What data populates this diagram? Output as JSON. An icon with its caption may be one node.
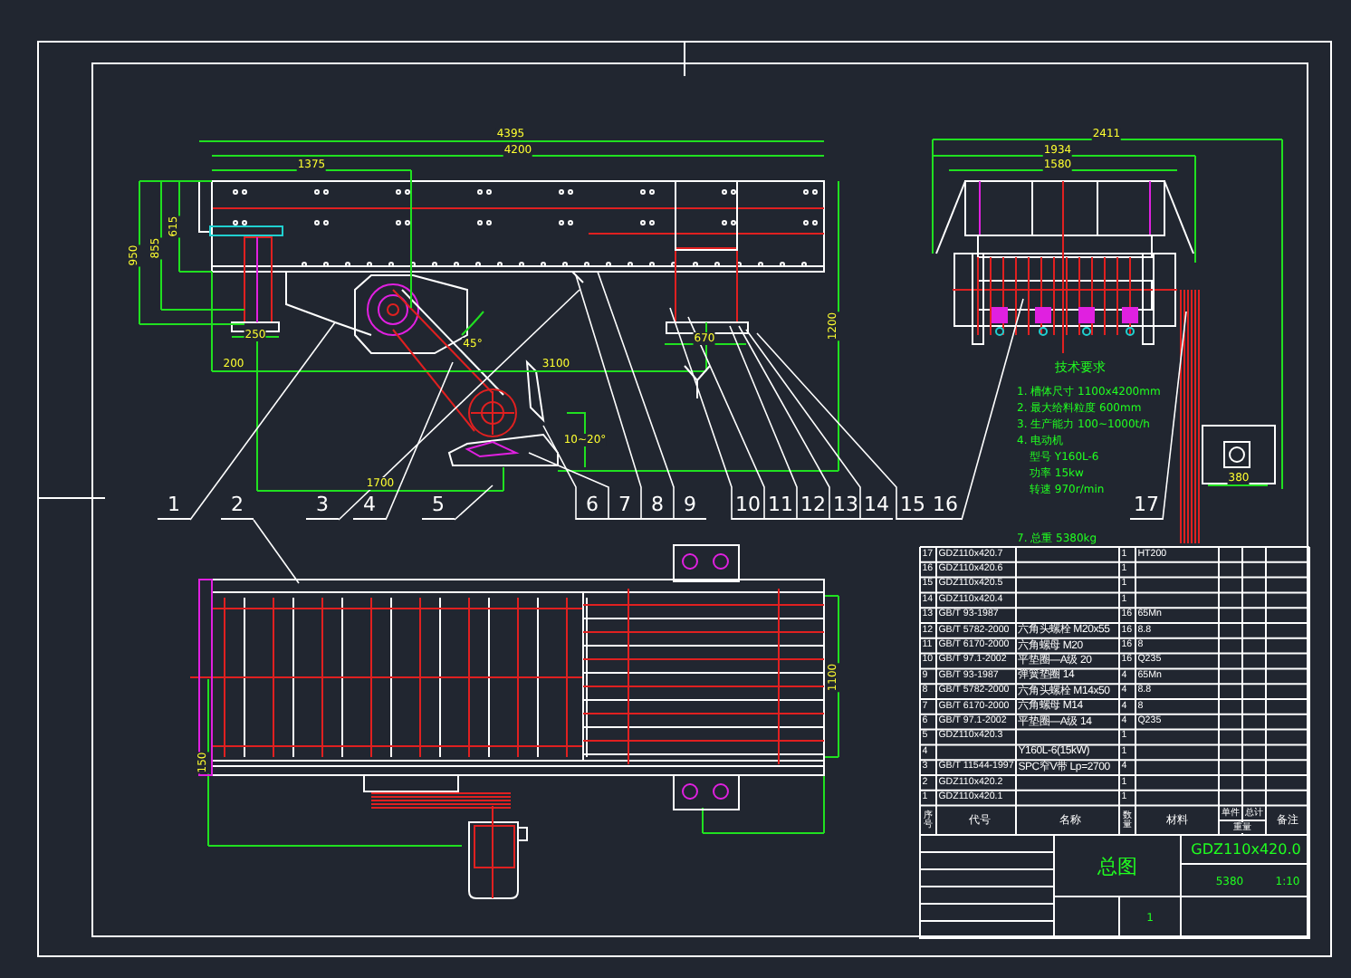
{
  "diagram": {
    "nodes": [
      {
        "text": [
          "1"
        ]
      },
      {
        "text": [
          "2"
        ]
      },
      {
        "text": [
          "3"
        ]
      },
      {
        "text": [
          "4"
        ]
      },
      {
        "text": [
          "5"
        ]
      },
      {
        "text": [
          "6"
        ]
      },
      {
        "text": [
          "7"
        ]
      },
      {
        "text": [
          "8"
        ]
      },
      {
        "text": [
          "9"
        ]
      },
      {
        "text": [
          "10"
        ]
      },
      {
        "text": [
          "11"
        ]
      },
      {
        "text": [
          "12"
        ]
      },
      {
        "text": [
          "13"
        ]
      },
      {
        "text": [
          "14"
        ]
      },
      {
        "text": [
          "15"
        ]
      },
      {
        "text": [
          "16"
        ]
      },
      {
        "text": [
          "17"
        ]
      }
    ],
    "edges": [
      {
        "from": 0,
        "to": null,
        "arrow": "none"
      },
      {
        "from": 1,
        "to": null,
        "arrow": "none"
      },
      {
        "from": 2,
        "to": null,
        "arrow": "none"
      },
      {
        "from": 3,
        "to": null,
        "arrow": "none"
      },
      {
        "from": 4,
        "to": null,
        "arrow": "none"
      },
      {
        "from": 5,
        "to": null,
        "arrow": "none"
      },
      {
        "from": 6,
        "to": null,
        "arrow": "none"
      },
      {
        "from": 7,
        "to": null,
        "arrow": "none"
      },
      {
        "from": 8,
        "to": null,
        "arrow": "none"
      },
      {
        "from": 9,
        "to": null,
        "arrow": "none"
      },
      {
        "from": 10,
        "to": null,
        "arrow": "none"
      },
      {
        "from": 11,
        "to": null,
        "arrow": "none"
      },
      {
        "from": 12,
        "to": null,
        "arrow": "none"
      },
      {
        "from": 13,
        "to": null,
        "arrow": "none"
      },
      {
        "from": 14,
        "to": null,
        "arrow": "none"
      },
      {
        "from": 15,
        "to": null,
        "arrow": "none"
      },
      {
        "from": 16,
        "to": null,
        "arrow": "none"
      }
    ],
    "labels": [
      "4395",
      "4200",
      "1375",
      "950",
      "855",
      "615",
      "250",
      "200",
      "45°",
      "3100",
      "10~20°",
      "1700",
      "670",
      "1200",
      "2411",
      "1934",
      "1580",
      "380",
      "1100",
      "150",
      "技术要求",
      "1. 槽体尺寸 1100x4200mm",
      "2. 最大给料粒度 600mm",
      "3. 生产能力 100~1000t/h",
      "4. 电动机",
      "型号 Y160L-6",
      "功率 15kw",
      "转速 970r/min",
      "7. 总重 5380kg",
      "17",
      "GDZ110x420.7",
      "1",
      "HT200",
      "16",
      "GDZ110x420.6",
      "1",
      "15",
      "GDZ110x420.5",
      "1",
      "14",
      "GDZ110x420.4",
      "1",
      "13",
      "GB/T 93-1987",
      "16",
      "65Mn",
      "12",
      "GB/T 5782-2000",
      "六角头螺栓 M20x55",
      "16",
      "8.8",
      "11",
      "GB/T 6170-2000",
      "六角螺母 M20",
      "16",
      "8",
      "10",
      "GB/T 97.1-2002",
      "平垫圈—A级 20",
      "16",
      "Q235",
      "9",
      "GB/T 93-1987",
      "弹簧垫圈 14",
      "4",
      "65Mn",
      "8",
      "GB/T 5782-2000",
      "六角头螺栓 M14x50",
      "4",
      "8.8",
      "7",
      "GB/T 6170-2000",
      "六角螺母 M14",
      "4",
      "8",
      "6",
      "GB/T 97.1-2002",
      "平垫圈—A级 14",
      "4",
      "Q235",
      "5",
      "GDZ110x420.3",
      "1",
      "4",
      "Y160L-6(15kW)",
      "1",
      "3",
      "GB/T 11544-1997",
      "SPC窄V带 Lp=2700",
      "4",
      "2",
      "GDZ110x420.2",
      "1",
      "1",
      "GDZ110x420.1",
      "1",
      "序号",
      "代号",
      "名称",
      "数量",
      "材料",
      "单件",
      "总计",
      "重量",
      "备注",
      "总图",
      "GDZ110x420.0",
      "5380",
      "1:10",
      "1"
    ]
  }
}
